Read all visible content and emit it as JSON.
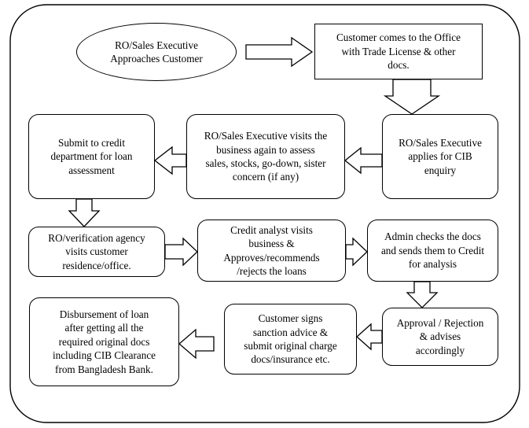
{
  "diagram": {
    "title": "Loan processing flowchart",
    "stroke_color": "#000000",
    "fill_color": "#ffffff",
    "nodes": [
      {
        "id": "ro-approaches-customer",
        "shape": "ellipse",
        "text": "RO/Sales Executive\nApproaches Customer"
      },
      {
        "id": "customer-comes-to-office",
        "shape": "rectangle",
        "text": "Customer comes to the Office\nwith Trade License & other\ndocs."
      },
      {
        "id": "applies-for-cib-enquiry",
        "shape": "rounded-rectangle",
        "text": "RO/Sales Executive\napplies for CIB\nenquiry"
      },
      {
        "id": "visits-business-again",
        "shape": "rounded-rectangle",
        "text": "RO/Sales Executive visits the\nbusiness again to assess\nsales, stocks, go-down, sister\nconcern      (if any)"
      },
      {
        "id": "submit-to-credit-department",
        "shape": "rounded-rectangle",
        "text": "Submit to credit\ndepartment for loan\nassessment"
      },
      {
        "id": "verification-agency-visit",
        "shape": "rounded-rectangle",
        "text": "RO/verification agency\nvisits customer\nresidence/office."
      },
      {
        "id": "credit-analyst-visits",
        "shape": "rounded-rectangle",
        "text": "Credit analyst visits\nbusiness &\nApproves/recommends\n/rejects the loans"
      },
      {
        "id": "admin-checks-docs",
        "shape": "rounded-rectangle",
        "text": "Admin checks the docs\nand sends them to Credit\nfor analysis"
      },
      {
        "id": "approval-rejection",
        "shape": "rounded-rectangle",
        "text": "Approval / Rejection\n& advises\naccordingly"
      },
      {
        "id": "customer-signs-sanction-advice",
        "shape": "rounded-rectangle",
        "text": "Customer signs\nsanction advice &\nsubmit original charge\ndocs/insurance etc."
      },
      {
        "id": "disbursement-of-loan",
        "shape": "rounded-rectangle",
        "text": "Disbursement of loan\nafter getting all the\nrequired original docs\nincluding CIB Clearance\nfrom Bangladesh Bank."
      }
    ],
    "connectors": [
      {
        "id": "arrow-approaches-to-office",
        "direction": "right",
        "from": "ro-approaches-customer",
        "to": "customer-comes-to-office"
      },
      {
        "id": "arrow-office-to-cib",
        "direction": "down",
        "from": "customer-comes-to-office",
        "to": "applies-for-cib-enquiry"
      },
      {
        "id": "arrow-cib-to-visits-business",
        "direction": "left",
        "from": "applies-for-cib-enquiry",
        "to": "visits-business-again"
      },
      {
        "id": "arrow-visits-business-to-submit",
        "direction": "left",
        "from": "visits-business-again",
        "to": "submit-to-credit-department"
      },
      {
        "id": "arrow-submit-to-verification",
        "direction": "down",
        "from": "submit-to-credit-department",
        "to": "verification-agency-visit"
      },
      {
        "id": "arrow-verification-to-analyst",
        "direction": "right",
        "from": "verification-agency-visit",
        "to": "credit-analyst-visits"
      },
      {
        "id": "arrow-analyst-to-admin",
        "direction": "right",
        "from": "credit-analyst-visits",
        "to": "admin-checks-docs"
      },
      {
        "id": "arrow-admin-to-approval",
        "direction": "down",
        "from": "admin-checks-docs",
        "to": "approval-rejection"
      },
      {
        "id": "arrow-approval-to-customer-signs",
        "direction": "left",
        "from": "approval-rejection",
        "to": "customer-signs-sanction-advice"
      },
      {
        "id": "arrow-customer-signs-to-disbursement",
        "direction": "left",
        "from": "customer-signs-sanction-advice",
        "to": "disbursement-of-loan"
      }
    ]
  }
}
